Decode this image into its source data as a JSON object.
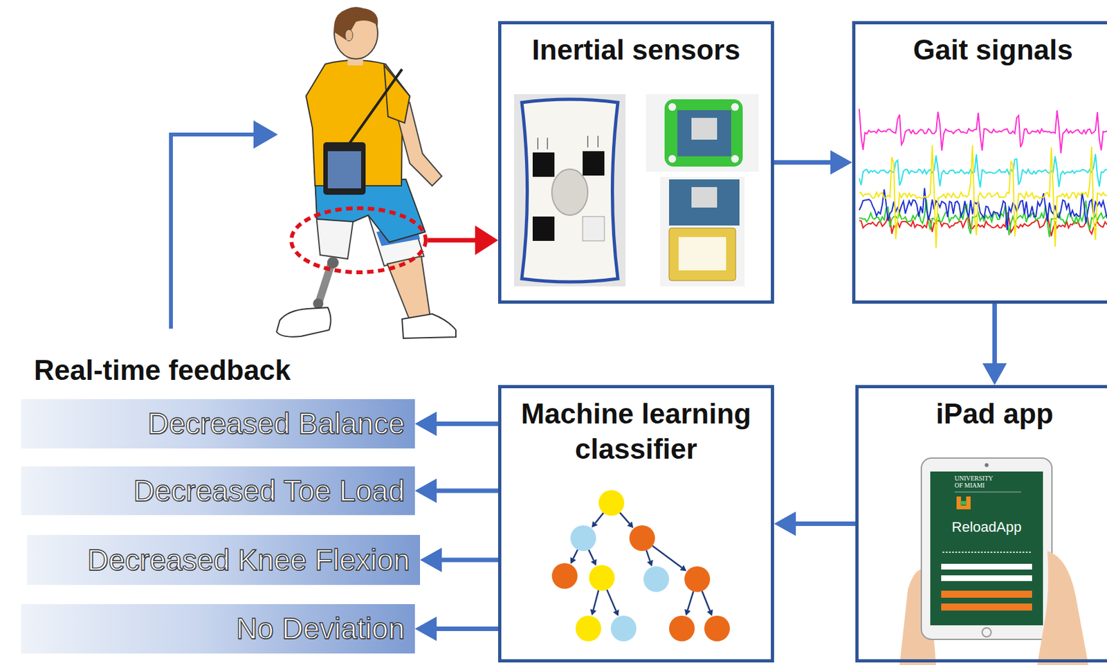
{
  "diagram": {
    "nodes": [
      {
        "text": [
          "Inertial sensors"
        ]
      },
      {
        "text": [
          "Gait signals"
        ]
      },
      {
        "text": [
          "iPad app"
        ]
      },
      {
        "text": [
          "Machine learning classifier"
        ]
      },
      {
        "text": [
          "Decreased Balance"
        ]
      },
      {
        "text": [
          "Decreased Toe Load"
        ]
      },
      {
        "text": [
          "Decreased Knee Flexion"
        ]
      },
      {
        "text": [
          "No Deviation"
        ]
      }
    ],
    "edges": [
      {
        "from": 0,
        "to": 1,
        "arrow": "to"
      },
      {
        "from": 1,
        "to": 2,
        "arrow": "to"
      },
      {
        "from": 2,
        "to": 3,
        "arrow": "to"
      },
      {
        "from": 3,
        "to": 4,
        "arrow": "to"
      },
      {
        "from": 3,
        "to": 5,
        "arrow": "to"
      },
      {
        "from": 3,
        "to": 6,
        "arrow": "to"
      },
      {
        "from": 3,
        "to": 7,
        "arrow": "to"
      }
    ],
    "labels": [
      "Real-time feedback",
      "UNIVERSITY OF MIAMI",
      "ReloadApp"
    ]
  }
}
